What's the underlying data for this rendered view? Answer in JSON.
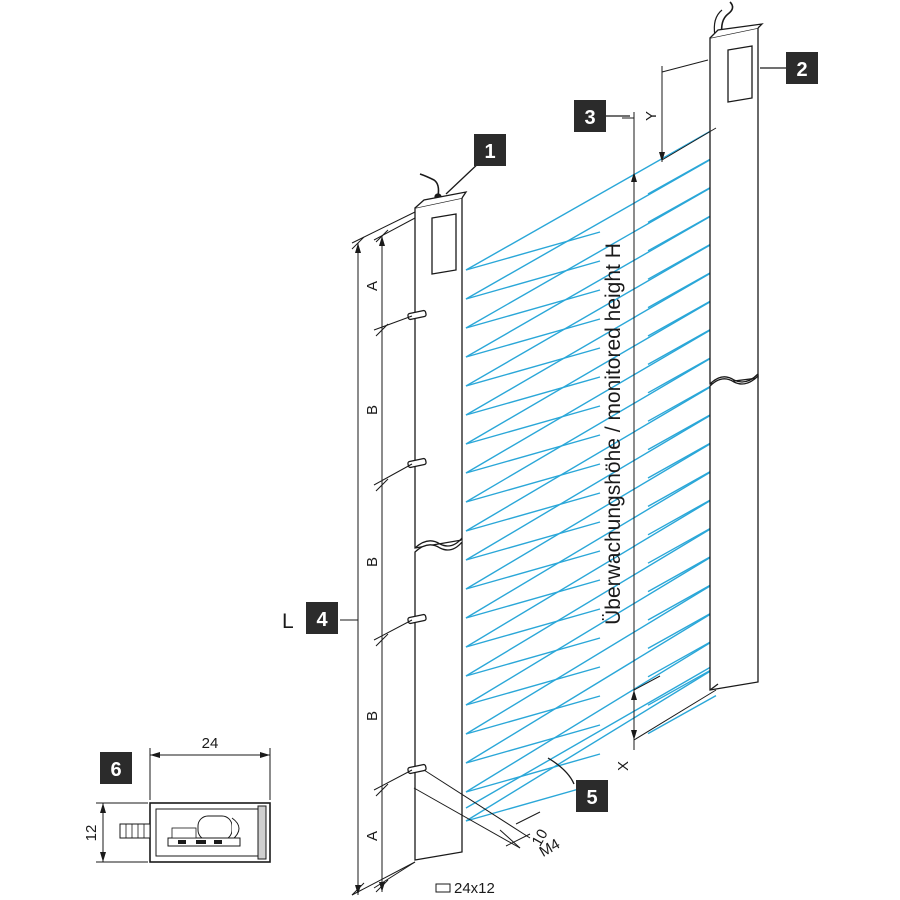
{
  "callouts": {
    "c1": "1",
    "c2": "2",
    "c3": "3",
    "c4": "4",
    "c5": "5",
    "c6": "6"
  },
  "labels": {
    "length": "L",
    "dim_a_top": "A",
    "dim_b1": "B",
    "dim_b2": "B",
    "dim_b3": "B",
    "dim_a_bottom": "A",
    "offset_y": "Y",
    "offset_x": "X",
    "monitored_height": "Überwachungshöhe / monitored height H",
    "thread_size": "M4",
    "thread_length": "10",
    "profile_size": "24x12",
    "section_width": "24",
    "section_height": "12"
  },
  "colors": {
    "beam": "#2aa7d8",
    "line": "#1a1a1a",
    "badge": "#2b2b2b"
  }
}
